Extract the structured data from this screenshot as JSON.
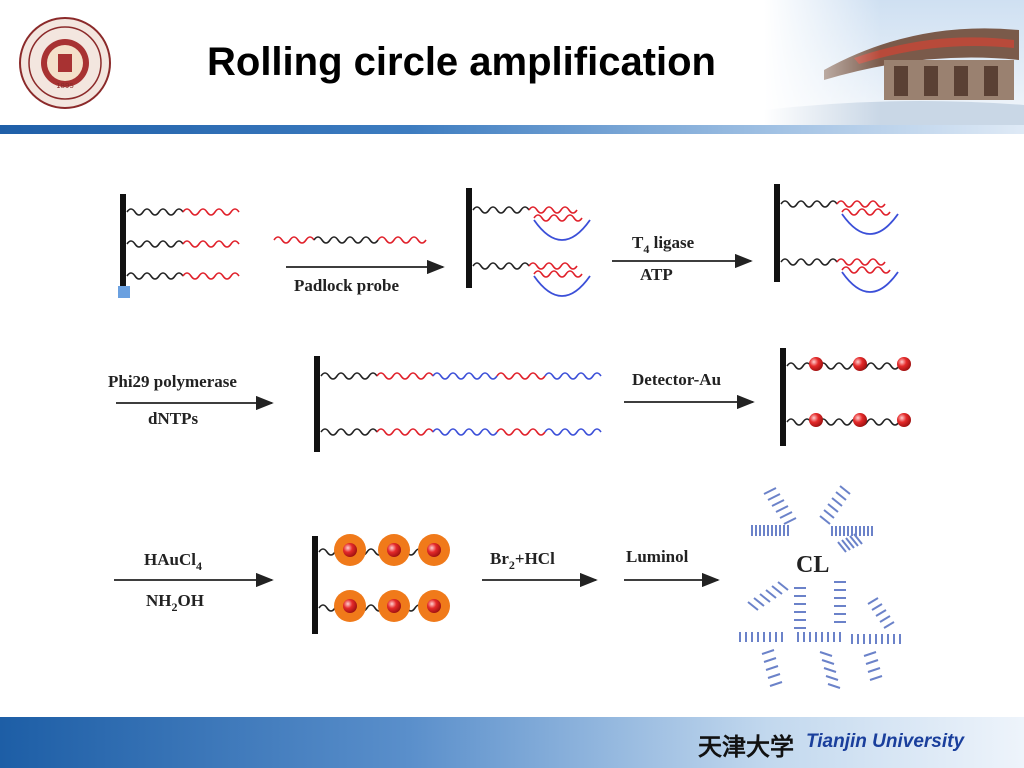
{
  "header": {
    "title": "Rolling circle amplification",
    "logo_icon": "university-seal-icon",
    "photo_icon": "pavilion-roof-photo-icon"
  },
  "diagram": {
    "labels": {
      "padlock_probe": "Padlock probe",
      "t4_ligase_main": "T",
      "t4_ligase_sub": "4",
      "t4_ligase_rest": " ligase",
      "atp": "ATP",
      "phi29": "Phi29 polymerase",
      "dntps": "dNTPs",
      "detector_au": "Detector-Au",
      "hauc_main": "HAuCl",
      "hauc_sub": "4",
      "nh2oh_a": "NH",
      "nh2oh_sub": "2",
      "nh2oh_b": "OH",
      "br2_a": "Br",
      "br2_sub": "2",
      "br2_b": "+HCl",
      "luminol": "Luminol",
      "cl": "CL"
    },
    "colors": {
      "dna_black": "#222222",
      "dna_red": "#e0202a",
      "dna_blue": "#3b4fd8",
      "gold_halo": "#f07a1a",
      "gold_core": "#e52a2a",
      "cl_rays": "#6b82c9"
    }
  },
  "footer": {
    "university_cn": "天津大学",
    "university_en": "Tianjin University"
  }
}
